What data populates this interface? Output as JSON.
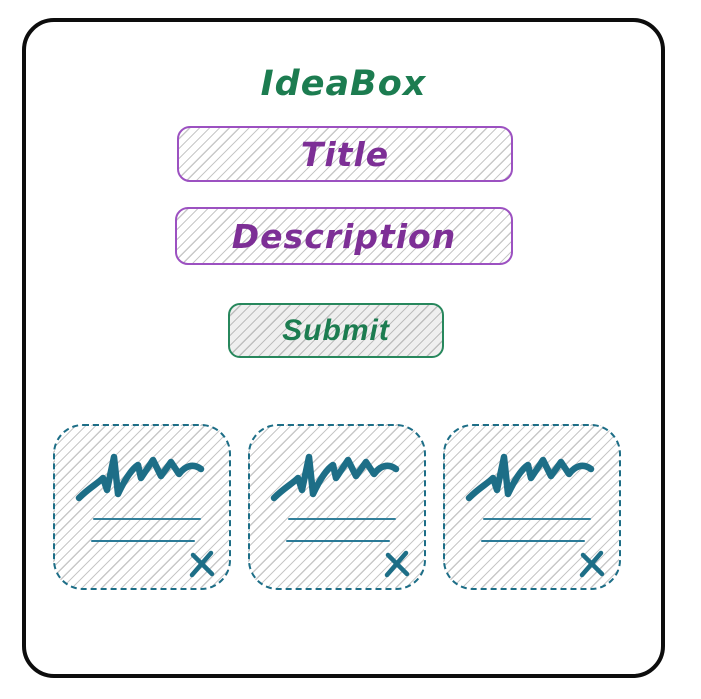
{
  "app": {
    "title": "IdeaBox"
  },
  "form": {
    "title_field": {
      "label": "Title"
    },
    "description_field": {
      "label": "Description"
    },
    "submit_button": {
      "label": "Submit"
    }
  },
  "idea_cards": {
    "count": 3,
    "items": [
      {
        "name": "idea-card-1",
        "content_icon": "scribble-icon",
        "placeholder_lines": 2,
        "delete_icon": "x-icon"
      },
      {
        "name": "idea-card-2",
        "content_icon": "scribble-icon",
        "placeholder_lines": 2,
        "delete_icon": "x-icon"
      },
      {
        "name": "idea-card-3",
        "content_icon": "scribble-icon",
        "placeholder_lines": 2,
        "delete_icon": "x-icon"
      }
    ]
  },
  "colors": {
    "frame_black": "#0d0d0d",
    "brand_green": "#1c7c50",
    "submit_border_green": "#27875c",
    "input_border_purple": "#9c51c1",
    "input_text_purple": "#7d2f96",
    "card_teal": "#1d6e87",
    "hatch_gray": "#6e6e6e"
  }
}
